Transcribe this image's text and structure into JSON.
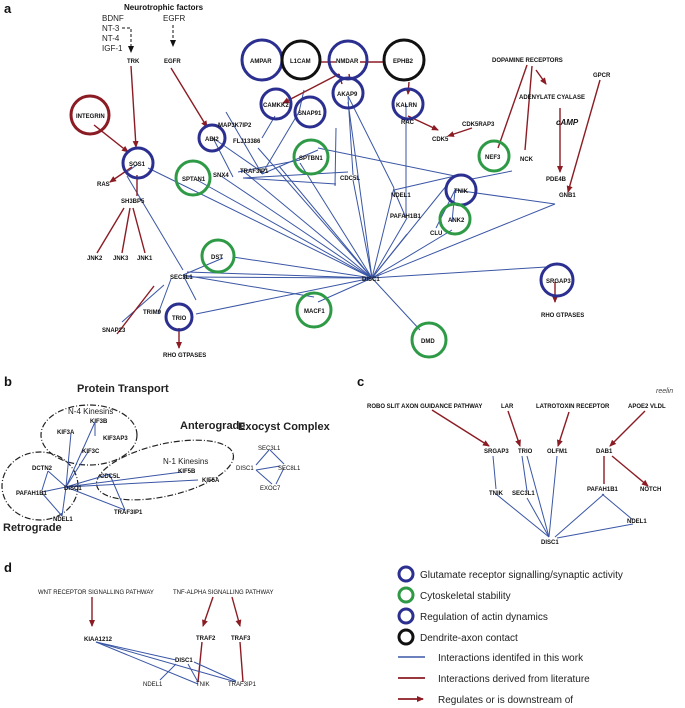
{
  "panels": {
    "a": "a",
    "b": "b",
    "c": "c",
    "d": "d"
  },
  "a": {
    "neurotrophic_title": "Neurotrophic factors",
    "nf_left": [
      "BDNF",
      "NT-3",
      "NT-4",
      "IGF-1"
    ],
    "nf_right": "EGFR",
    "nodes": {
      "trk": "TRK",
      "egfr": "EGFR",
      "integrin": "INTEGRIN",
      "sos1": "SOS1",
      "ras": "RAS",
      "sh3bp5": "SH3BP5",
      "jnk2": "JNK2",
      "jnk3": "JNK3",
      "jnk1": "JNK1",
      "abi2": "ABI2",
      "map3k7ip2": "MAP3K7IP2",
      "flj": "FLJ13386",
      "sptan1": "SPTAN1",
      "snx4": "SNX4",
      "traf3ip1": "TRAF3IP1",
      "sptbn1": "SPTBN1",
      "cdc5l": "CDC5L",
      "ampar": "AMPAR",
      "l1cam": "L1CAM",
      "nmdar": "NMDAR",
      "ephb2": "EPHB2",
      "camkk2": "CAMKK2",
      "snap91": "SNAP91",
      "akap9": "AKAP9",
      "kalrn": "KALRN",
      "rac": "RAC",
      "cdk5rap3": "CDK5RAP3",
      "cdk5": "CDK5",
      "dopamine": "DOPAMINE RECEPTORS",
      "adenylate": "ADENYLATE CYALASE",
      "camp": "cAMP",
      "gpcr": "GPCR",
      "nef3": "NEF3",
      "nck": "NCK",
      "pde4b": "PDE4B",
      "gnb1": "GNB1",
      "ndel1": "NDEL1",
      "pafah1b1": "PAFAH1B1",
      "tnik": "TNIK",
      "anc2": "ANK2",
      "clu": "CLU",
      "dst": "DST",
      "sec3l1": "SEC3L1",
      "disc1": "DISC1",
      "trim9": "TRIM9",
      "snap23": "SNAP23",
      "trio": "TRIO",
      "rho1": "RHO GTPASES",
      "macf1": "MACF1",
      "dmd": "DMD",
      "srgap3": "SRGAP3",
      "rho2": "RHO GTPASES"
    }
  },
  "b": {
    "protein_transport": "Protein Transport",
    "exocyst": "Exocyst Complex",
    "anterograde": "Anterograde",
    "retrograde": "Retrograde",
    "n4": "N-4 Kinesins",
    "n1": "N-1 Kinesins",
    "nodes": {
      "kif3b": "KIF3B",
      "kif3a": "KIF3A",
      "kif3ap3": "KIF3AP3",
      "kif3c": "KIF3C",
      "dctn2": "DCTN2",
      "cdc5l": "CDC5L",
      "kif5b": "KIF5B",
      "kif5a": "KIF5A",
      "disc1": "DISC1",
      "pafah1b1": "PAFAH1B1",
      "ndel1": "NDEL1",
      "traf3ip1": "TRAF3IP1",
      "ex_sec3l1": "SEC3L1",
      "ex_disc1": "DISC1",
      "ex_sec8l1": "SEC8L1",
      "ex_exoc7": "EXOC7"
    }
  },
  "c": {
    "reelin": "reelin",
    "nodes": {
      "robo": "ROBO SLIT AXON GUIDANCE PATHWAY",
      "lar": "LAR",
      "latro": "LATROTOXIN RECEPTOR",
      "apoe2": "APOE2 VLDL",
      "srgap3": "SRGAP3",
      "trio": "TRIO",
      "olfm1": "OLFM1",
      "dab1": "DAB1",
      "tnik": "TNIK",
      "sec3l1": "SEC3L1",
      "pafah1b1": "PAFAH1B1",
      "notch": "NOTCH",
      "ndel1": "NDEL1",
      "disc1": "DISC1"
    }
  },
  "d": {
    "nodes": {
      "wnt": "WNT RECEPTOR SIGNALLING PATHWAY",
      "tnf": "TNF-ALPHA SIGNALLING PATHWAY",
      "kiaa": "KIAA1212",
      "traf2": "TRAF2",
      "traf3": "TRAF3",
      "disc1": "DISC1",
      "ndel1": "NDEL1",
      "tnik": "TNIK",
      "traf3ip1": "TRAF3IP1"
    }
  },
  "legend": {
    "glutamate": "Glutamate receptor signalling/synaptic activity",
    "cyto": "Cytoskeletal stability",
    "actin": "Regulation of actin dynamics",
    "dendrite": "Dendrite-axon contact",
    "this_work": "Interactions identifed in this work",
    "literature": "Interactions derived from literature",
    "regulates": "Regulates or is downstream of"
  },
  "colors": {
    "blue_line": "#3a56a5",
    "red_line": "#8b1c24",
    "glutamate": "#2b2f8f",
    "cyto": "#2e9a45",
    "actin": "#2b2f8f",
    "dendrite": "#111111"
  }
}
